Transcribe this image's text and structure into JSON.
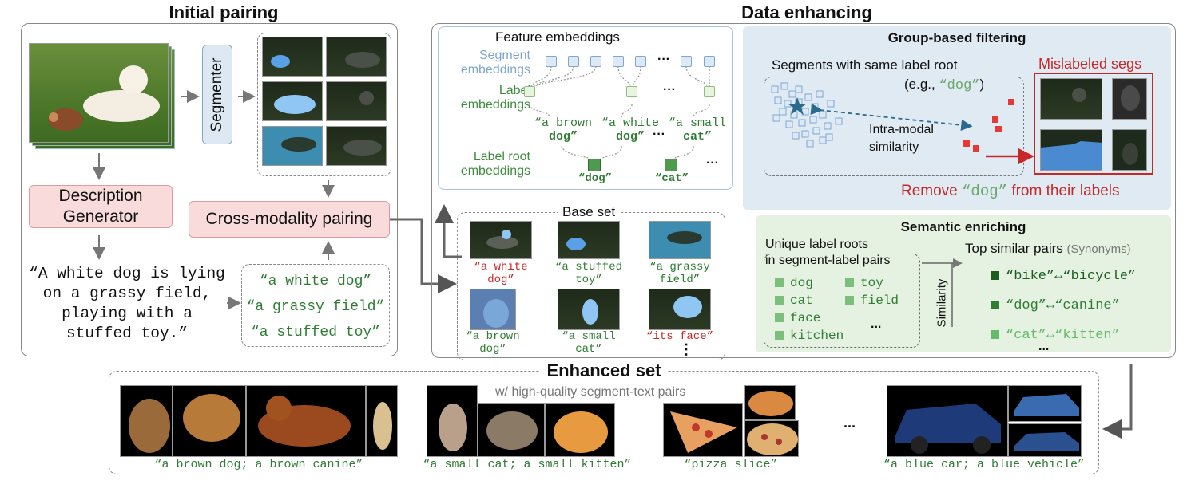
{
  "headings": {
    "initial_pairing": "Initial pairing",
    "data_enhancing": "Data enhancing",
    "enhanced_set": "Enhanced set",
    "enhanced_subtitle": "w/ high-quality segment-text pairs"
  },
  "initial": {
    "segmenter": "Segmenter",
    "description_generator": "Description Generator",
    "cross_modality": "Cross-modality pairing",
    "caption": [
      "“A white dog is lying",
      "on a grassy field,",
      "playing with a",
      "stuffed toy.”"
    ],
    "phrases": [
      "“a white dog”",
      "“a grassy field”",
      "“a stuffed toy”"
    ]
  },
  "feature": {
    "title": "Feature embeddings",
    "segment_label": "Segment embeddings",
    "label_label": "Label embeddings",
    "root_label": "Label root embeddings",
    "ellipsis": "···",
    "labels": [
      {
        "pre": "“a brown",
        "root": "dog”"
      },
      {
        "pre": "“a white",
        "root": "dog”"
      },
      {
        "pre": "“a small",
        "root": "cat”"
      }
    ],
    "roots": [
      "“dog”",
      "“cat”"
    ]
  },
  "base_set": {
    "title": "Base set",
    "items": [
      {
        "l1": "“a white",
        "l2": "dog”",
        "color": "red"
      },
      {
        "l1": "“a stuffed",
        "l2": "toy”",
        "color": "green"
      },
      {
        "l1": "“a grassy",
        "l2": "field”",
        "color": "green"
      },
      {
        "l1": "“a brown",
        "l2": "dog”",
        "color": "green"
      },
      {
        "l1": "“a small",
        "l2": "cat”",
        "color": "green"
      },
      {
        "l1": "“its face”",
        "l2": "",
        "color": "red"
      }
    ],
    "more": "⋮"
  },
  "filtering": {
    "title": "Group-based filtering",
    "same_root": "Segments with same label root",
    "eg_prefix": "(e.g., ",
    "eg_word": "“dog”",
    "eg_suffix": ")",
    "intra1": "Intra-modal",
    "intra2": "similarity",
    "mislabeled": "Mislabeled segs",
    "remove_prefix": "Remove ",
    "remove_word": "“dog”",
    "remove_suffix": " from their labels"
  },
  "enriching": {
    "title": "Semantic enriching",
    "unique1": "Unique label roots",
    "unique2": "in segment-label pairs",
    "roots_col1": [
      "dog",
      "cat",
      "face",
      "kitchen"
    ],
    "roots_col2": [
      "toy",
      "field"
    ],
    "more": "...",
    "similarity": "Similarity",
    "top_pairs": "Top similar pairs",
    "synonyms": "(Synonyms)",
    "pairs": [
      {
        "text": "“bike”↔“bicycle”",
        "color": "#1b5e20"
      },
      {
        "text": "“dog”↔“canine”",
        "color": "#2e7d32"
      },
      {
        "text": "“cat”↔“kitten”",
        "color": "#66bb6a"
      }
    ],
    "pairs_more": "..."
  },
  "enhanced": {
    "captions": [
      "“a brown dog; a brown canine”",
      "“a small cat; a small kitten”",
      "“pizza slice”",
      "“a blue car; a blue vehicle”"
    ],
    "ellipsis": "..."
  }
}
